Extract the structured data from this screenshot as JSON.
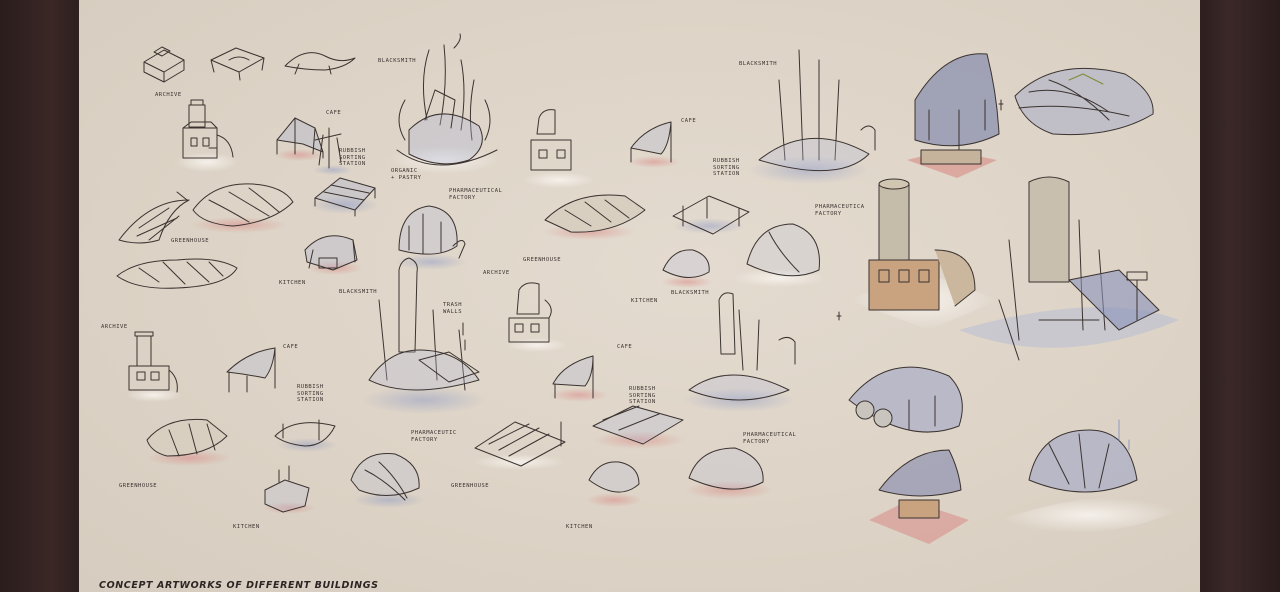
{
  "caption": "CONCEPT ARTWORKS OF DIFFERENT BUILDINGS",
  "labels": {
    "archive_1": "ARCHIVE",
    "blacksmith_1": "BLACKSMITH",
    "cafe_1": "CAFE",
    "rubbish_1": "RUBBISH\nSORTING\nSTATION",
    "organic_1": "ORGANIC\n+ PASTRY",
    "pharma_1": "PHARMACEUTICAL\nFACTORY",
    "greenhouse_1": "GREENHOUSE",
    "kitchen_1": "KITCHEN",
    "blacksmith_2": "BLACKSMITH",
    "trash_1": "TRASH\nWALLS",
    "archive_2": "ARCHIVE",
    "greenhouse_2": "GREENHOUSE",
    "cafe_2": "CAFE",
    "rubbish_2": "RUBBISH\nSORTING\nSTATION",
    "kitchen_2": "KITCHEN",
    "blacksmith_3": "BLACKSMITH",
    "blacksmith_4": "BLACKSMITH",
    "pharma_2": "PHARMACEUTICA\nFACTORY",
    "archive_3": "ARCHIVE",
    "cafe_3": "CAFE",
    "rubbish_3": "RUBBISH\nSORTING\nSTATION",
    "pharma_3": "PHARMACEUTIC\nFACTORY",
    "greenhouse_3": "GREENHOUSE",
    "kitchen_3": "KITCHEN",
    "greenhouse_4": "GREENHOUSE",
    "cafe_4": "CAFE",
    "rubbish_4": "RUBBISH\nSORTING\nSTATION",
    "pharma_4": "PHARMACEUTICAL\nFACTORY",
    "kitchen_4": "KITCHEN"
  },
  "colors": {
    "paper": "#ddd3c6",
    "ink": "#3b3330",
    "accent_blue": "#8f9bc4",
    "accent_red": "#d98a86",
    "frame": "#2e201f"
  }
}
